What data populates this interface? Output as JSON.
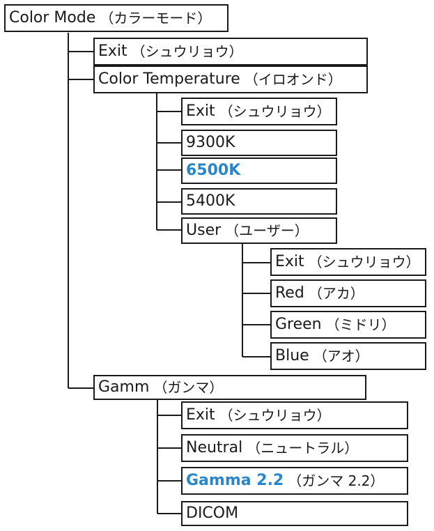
{
  "highlight_color": "#2a86c8",
  "line_color": "#1a1a1a",
  "tree": {
    "root": {
      "label": "Color Mode",
      "kana": "（カラーモード）"
    },
    "exit_1": {
      "label": "Exit",
      "kana": "（シュウリョウ）"
    },
    "color_temperature": {
      "label": "Color Temperature",
      "kana": "（イロオンド）"
    },
    "ct_exit": {
      "label": "Exit",
      "kana": "（シュウリョウ）"
    },
    "ct_9300k": {
      "label": "9300K"
    },
    "ct_6500k": {
      "label": "6500K",
      "highlighted": true
    },
    "ct_5400k": {
      "label": "5400K"
    },
    "ct_user": {
      "label": "User",
      "kana": "（ユーザー）"
    },
    "user_exit": {
      "label": "Exit",
      "kana": "（シュウリョウ）"
    },
    "user_red": {
      "label": "Red",
      "kana": "（アカ）"
    },
    "user_green": {
      "label": "Green",
      "kana": "（ミドリ）"
    },
    "user_blue": {
      "label": "Blue",
      "kana": "（アオ）"
    },
    "gamma": {
      "label": "Gamm",
      "kana": "（ガンマ）"
    },
    "gamma_exit": {
      "label": "Exit",
      "kana": "（シュウリョウ）"
    },
    "gamma_neutral": {
      "label": "Neutral",
      "kana": "（ニュートラル）"
    },
    "gamma_22": {
      "label": "Gamma 2.2",
      "kana": "（ガンマ 2.2）",
      "highlighted": true
    },
    "gamma_dicom": {
      "label": "DICOM"
    }
  }
}
